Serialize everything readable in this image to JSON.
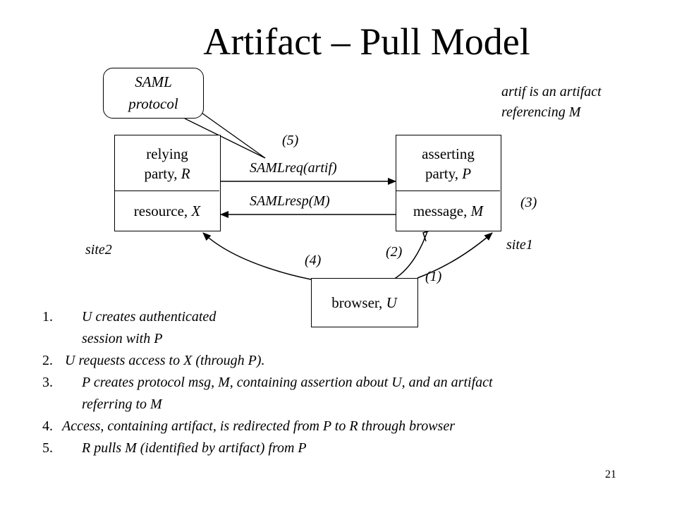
{
  "title": "Artifact – Pull Model",
  "saml_box": {
    "line1": "SAML",
    "line2": "protocol"
  },
  "note": {
    "line1": "artif is an artifact",
    "line2": "referencing M"
  },
  "relying_party": {
    "top_line1": "relying",
    "top_line2a": "party, ",
    "top_line2b": "R",
    "bottom_a": "resource, ",
    "bottom_b": "X"
  },
  "asserting_party": {
    "top_line1": "asserting",
    "top_line2a": "party, ",
    "top_line2b": "P",
    "bottom_a": "message, ",
    "bottom_b": "M"
  },
  "browser": {
    "label_a": "browser, ",
    "label_b": "U"
  },
  "site_labels": {
    "site1": "site1",
    "site2": "site2"
  },
  "arrow_labels": {
    "saml_req": "SAMLreq(artif)",
    "saml_resp": "SAMLresp(M)",
    "step1": "(1)",
    "step2": "(2)",
    "step3": "(3)",
    "step4": "(4)",
    "step5": "(5)"
  },
  "steps": [
    {
      "num": "1.",
      "line1": "U creates authenticated",
      "line2": "session with P"
    },
    {
      "num": "2.",
      "line1": "U requests access to X (through P)."
    },
    {
      "num": "3.",
      "line1": "P creates protocol msg, M, containing assertion about U, and an artifact",
      "line2": "referring to M"
    },
    {
      "num": "4.",
      "line1": "Access, containing artifact, is redirected from P to R through browser"
    },
    {
      "num": "5.",
      "line1": "R  pulls M (identified by artifact) from P"
    }
  ],
  "page_number": "21"
}
